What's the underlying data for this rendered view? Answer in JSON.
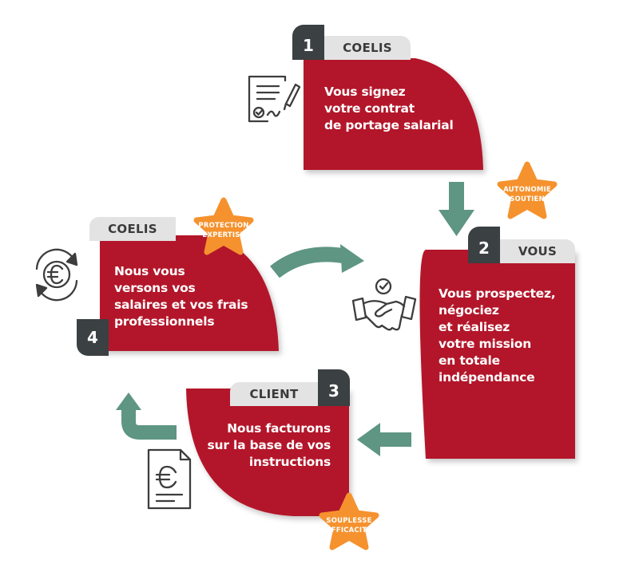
{
  "colors": {
    "red": "#b3182b",
    "dark": "#3b4043",
    "label_bg": "#e3e3e3",
    "badge": "#f5922e",
    "arrow": "#5e9583",
    "icon": "#3d3d3d"
  },
  "steps": [
    {
      "number": "1",
      "actor": "COELIS",
      "text": "Vous signez\nvotre contrat\nde portage salarial",
      "icon": "signed-contract-icon"
    },
    {
      "number": "2",
      "actor": "VOUS",
      "text": "Vous prospectez,\nnégociez\net réalisez\nvotre mission\nen totale\nindépendance",
      "icon": "handshake-icon"
    },
    {
      "number": "3",
      "actor": "CLIENT",
      "text": "Nous facturons\nsur la base de vos\ninstructions",
      "icon": "euro-invoice-icon"
    },
    {
      "number": "4",
      "actor": "COELIS",
      "text": "Nous vous\nversons vos\nsalaires et vos frais\nprofessionnels",
      "icon": "euro-cycle-icon"
    }
  ],
  "badges": [
    {
      "lines": "AUTONOMIE\nSOUTIEN"
    },
    {
      "lines": "PROTECTION\nEXPERTISE"
    },
    {
      "lines": "SOUPLESSE\nEFFICACITÉ"
    }
  ]
}
